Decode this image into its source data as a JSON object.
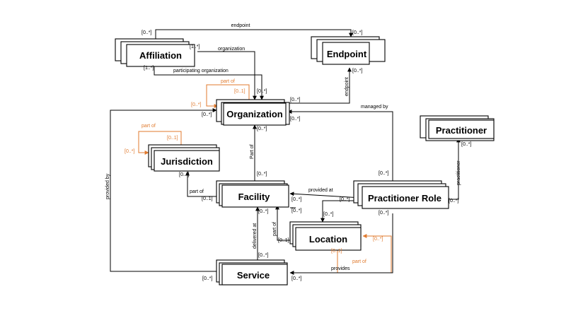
{
  "entities": {
    "affiliation": "Affiliation",
    "endpoint": "Endpoint",
    "organization": "Organization",
    "practitioner": "Practitioner",
    "jurisdiction": "Jurisdiction",
    "facility": "Facility",
    "practitioner_role": "Practitioner Role",
    "location": "Location",
    "service": "Service"
  },
  "relations": {
    "endpoint_top": "endpoint",
    "organization": "organization",
    "participating_organization": "participating organization",
    "part_of_org": "part of",
    "endpoint_vertical": "endpoint",
    "managed_by": "managed by",
    "part_of_jurisdiction": "part of",
    "part_of_facility_org": "Part of",
    "provided_by": "provided by",
    "practitioner_link": "practitioner",
    "part_of_facility_jur": "part of",
    "provided_at": "provided at",
    "part_of_location": "part of",
    "delivered_at": "delivered at",
    "part_of_location_self": "part of",
    "provides": "provides"
  },
  "multiplicities": {
    "aff_endpoint": "[0..*]",
    "endpoint_aff": "[0..*]",
    "aff_org_1": "[1..*]",
    "aff_org_2": "[1..*]",
    "org_self_01": "[0..1]",
    "org_self_0n": "[0..*]",
    "org_in_1": "[0..*]",
    "org_in_2": "[0..*]",
    "endpoint_bottom": "[0..*]",
    "org_right": "[0..*]",
    "org_bottom": "[0..*]",
    "jur_self_01": "[0..1]",
    "jur_self_0n": "[0..*]",
    "jur_right": "[0..*]",
    "practitioner_bottom": "[0..*]",
    "facility_top": "[0..*]",
    "facility_left": "[0..1]",
    "facility_right_1": "[0..*]",
    "facility_right_2": "[0..*]",
    "facility_bottom": "[0..*]",
    "prole_top": "[0..*]",
    "prole_right": "[0..*]",
    "prole_left": "[0..*]",
    "prole_bottom": "[0..*]",
    "location_top": "[0..*]",
    "location_left": "[0..1]",
    "location_self_01": "[0..1]",
    "location_self_0n": "[0..*]",
    "service_top": "[0..*]",
    "service_left": "[0..*]",
    "service_right": "[0..*]"
  },
  "colors": {
    "ink": "#000000",
    "self_relation": "#e07a2e",
    "background": "#ffffff"
  }
}
